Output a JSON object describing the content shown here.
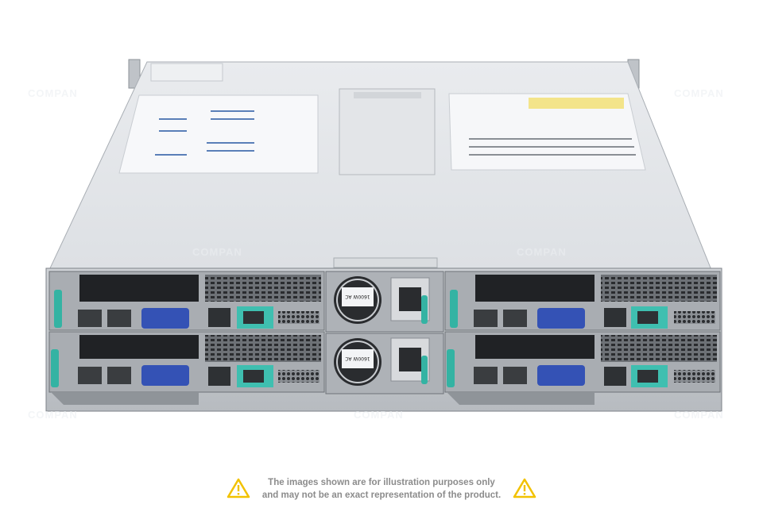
{
  "image": {
    "subject": "2U multi-node server chassis, rear view",
    "watermark": "COMPAN"
  },
  "psu": {
    "top_label": "1600W AC",
    "bottom_label": "1600W AC"
  },
  "disclaimer": {
    "line1": "The images shown are for illustration purposes only",
    "line2": "and may not be an exact representation of the product.",
    "color": "#8c8c8c",
    "icon_color": "#f2c200"
  }
}
